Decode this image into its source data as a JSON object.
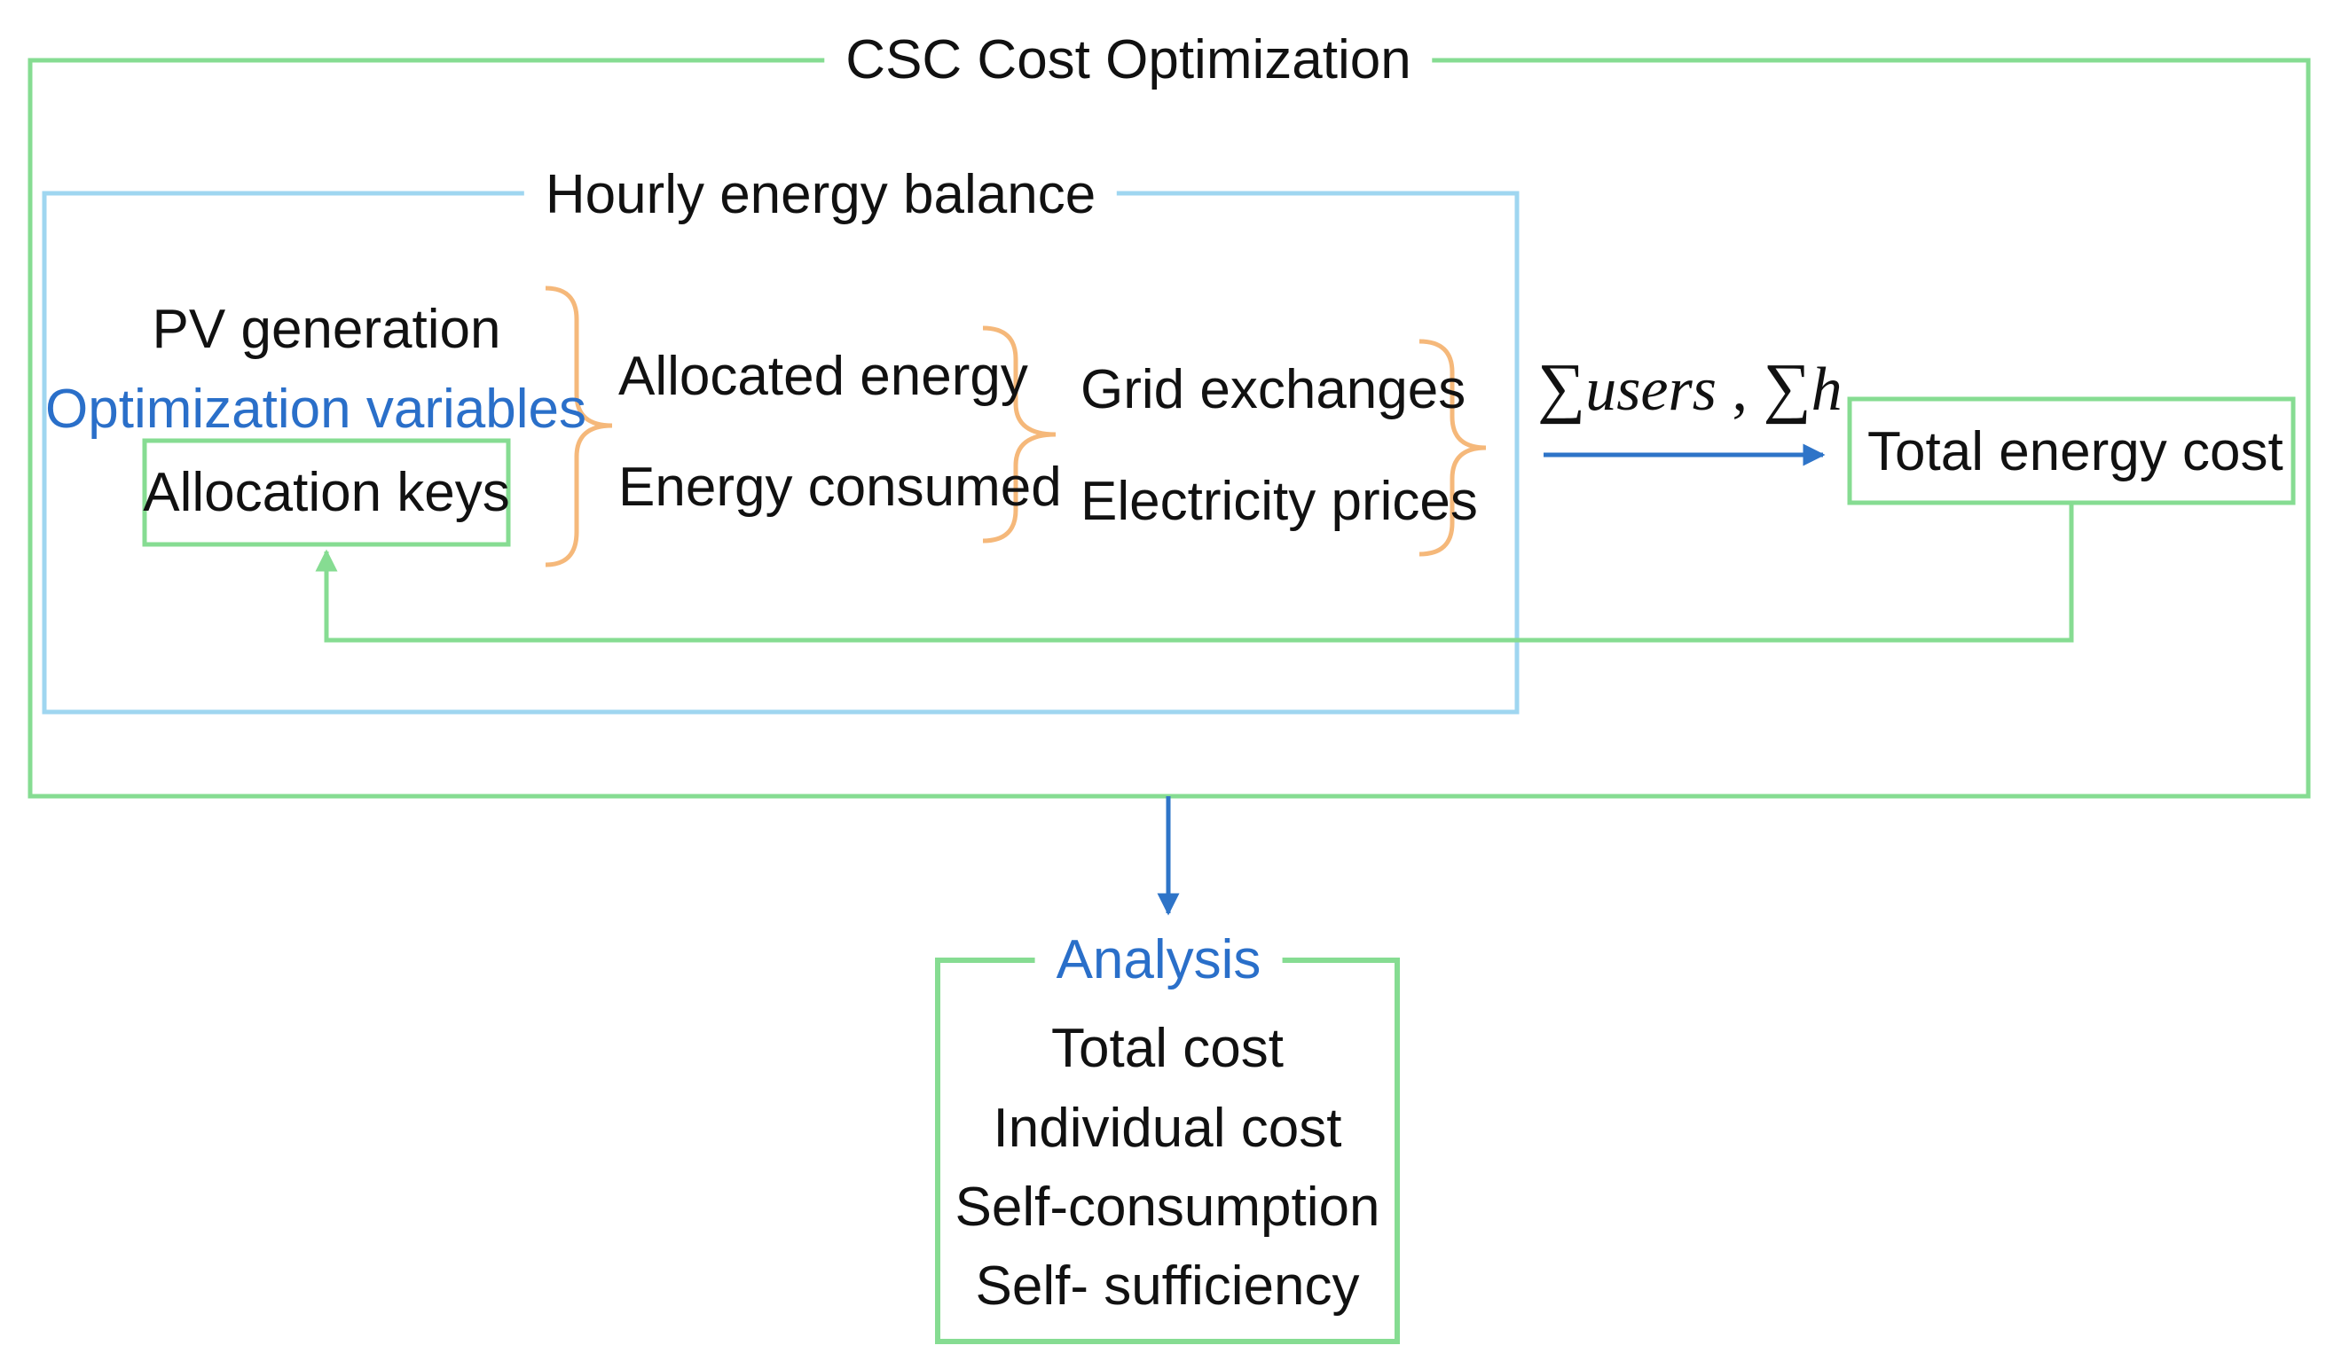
{
  "outer_frame": {
    "title": "CSC Cost Optimization"
  },
  "balance_frame": {
    "title": "Hourly energy balance"
  },
  "inputs": {
    "pv_generation": "PV generation",
    "optimization_variables": "Optimization variables",
    "allocation_keys": "Allocation keys"
  },
  "energy": {
    "allocated_energy": "Allocated energy",
    "energy_consumed": "Energy consumed"
  },
  "grid": {
    "grid_exchanges": "Grid exchanges",
    "electricity_prices": "Electricity prices"
  },
  "summation": {
    "sigma_1": "∑",
    "term_1": "users",
    "separator": " , ",
    "sigma_2": "∑",
    "term_2": "h"
  },
  "output": {
    "total_energy_cost": "Total energy cost"
  },
  "analysis": {
    "title": "Analysis",
    "items": [
      "Total cost",
      "Individual cost",
      "Self-consumption",
      "Self- sufficiency"
    ]
  },
  "colors": {
    "green_frame": "#86dc92",
    "blue_frame": "#9fd6f0",
    "brace_orange": "#f5b87a",
    "arrow_blue": "#2e74c8",
    "text_blue": "#2a6fc9",
    "text_dark": "#111111"
  }
}
